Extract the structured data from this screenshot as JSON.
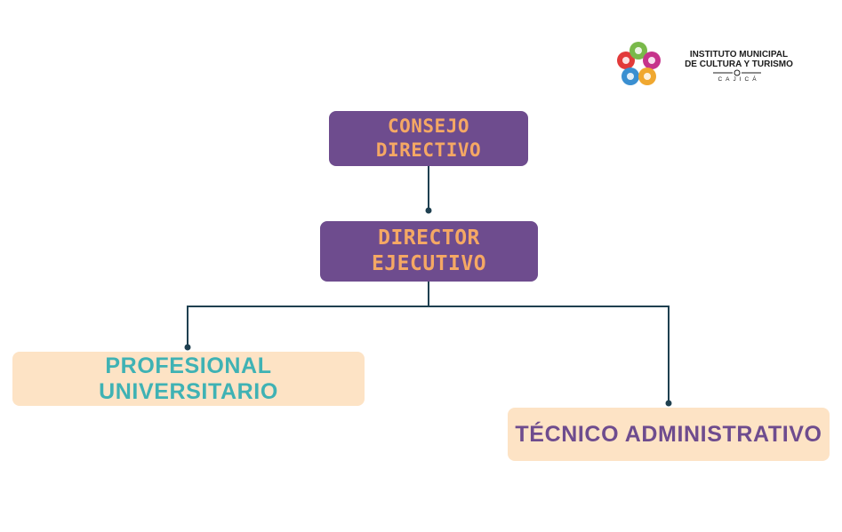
{
  "logo": {
    "name_line1": "INSTITUTO MUNICIPAL",
    "name_line2": "DE CULTURA Y TURISMO",
    "subtitle": "CAJICÁ",
    "colors": [
      "#e23a3a",
      "#79b94a",
      "#c6338b",
      "#3a8fd1",
      "#f0a830"
    ]
  },
  "org_chart": {
    "nodes": {
      "consejo": "CONSEJO\nDIRECTIVO",
      "director": "DIRECTOR\nEJECUTIVO",
      "profesional": "PROFESIONAL UNIVERSITARIO",
      "tecnico": "TÉCNICO ADMINISTRATIVO"
    },
    "edges": [
      [
        "consejo",
        "director"
      ],
      [
        "director",
        "profesional"
      ],
      [
        "director",
        "tecnico"
      ]
    ]
  },
  "colors": {
    "box_primary": "#6e4c8e",
    "box_primary_text": "#f5a864",
    "box_secondary": "#fde3c5",
    "text_teal": "#3fb2b4",
    "text_purple": "#6e4c8e",
    "connector": "#1f4050"
  }
}
